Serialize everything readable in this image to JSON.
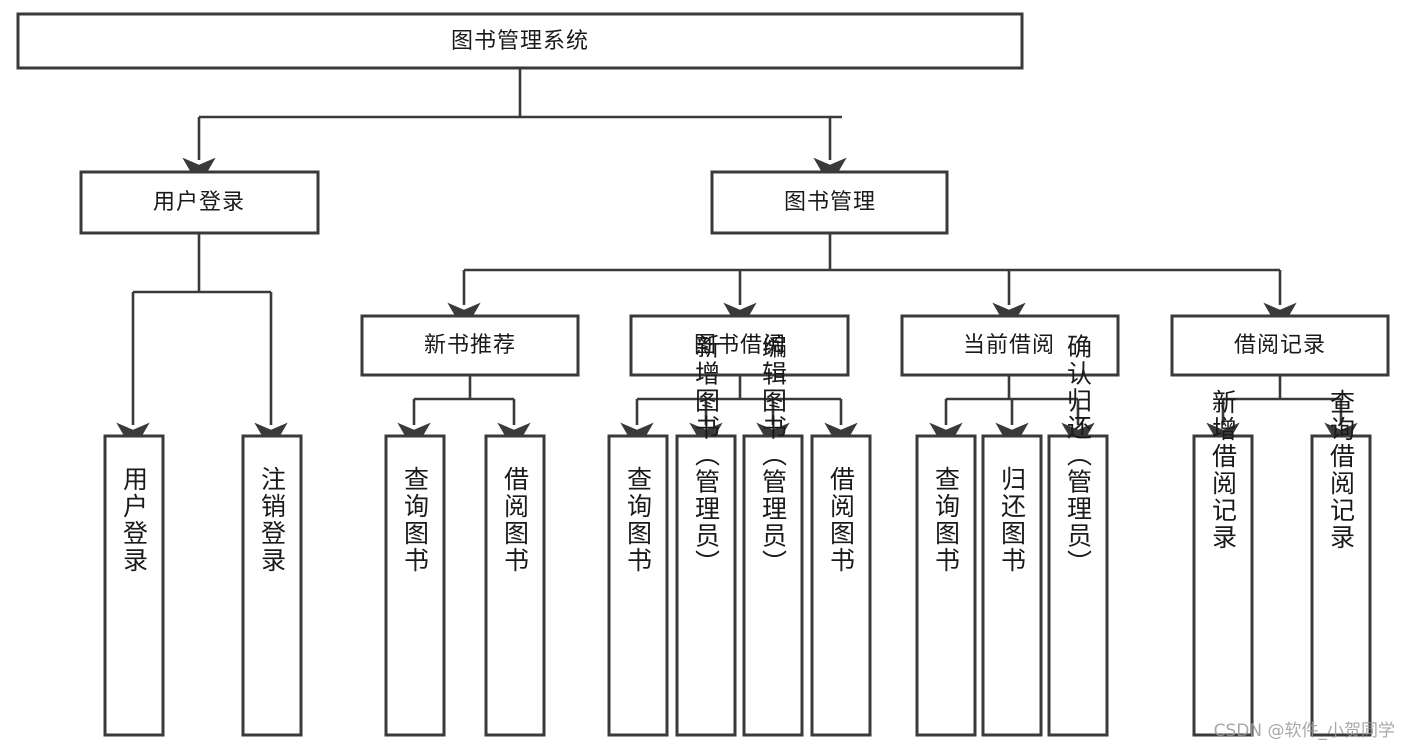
{
  "diagram": {
    "type": "hierarchy-tree",
    "title": "图书管理系统",
    "root": {
      "label": "图书管理系统"
    },
    "level2": [
      {
        "label": "用户登录"
      },
      {
        "label": "图书管理"
      }
    ],
    "level3": [
      {
        "label": "新书推荐"
      },
      {
        "label": "图书借阅"
      },
      {
        "label": "当前借阅"
      },
      {
        "label": "借阅记录"
      }
    ],
    "leaves": {
      "user_login": [
        {
          "label": "用户登录"
        },
        {
          "label": "注销登录"
        }
      ],
      "new_book": [
        {
          "label": "查询图书"
        },
        {
          "label": "借阅图书"
        }
      ],
      "book_borrow": [
        {
          "label": "查询图书"
        },
        {
          "label": "新增图书（管理员）"
        },
        {
          "label": "编辑图书（管理员）"
        },
        {
          "label": "借阅图书"
        }
      ],
      "current_borrow": [
        {
          "label": "查询图书"
        },
        {
          "label": "归还图书"
        },
        {
          "label": "确认归还（管理员）"
        }
      ],
      "borrow_record": [
        {
          "label": "新增借阅记录"
        },
        {
          "label": "查询借阅记录"
        }
      ]
    }
  },
  "watermark": {
    "text": "CSDN @软件_小贺同学"
  },
  "colors": {
    "stroke": "#3a3a3a",
    "fill": "#ffffff",
    "text": "#1a1a1a",
    "watermark": "#9a9a9a"
  }
}
